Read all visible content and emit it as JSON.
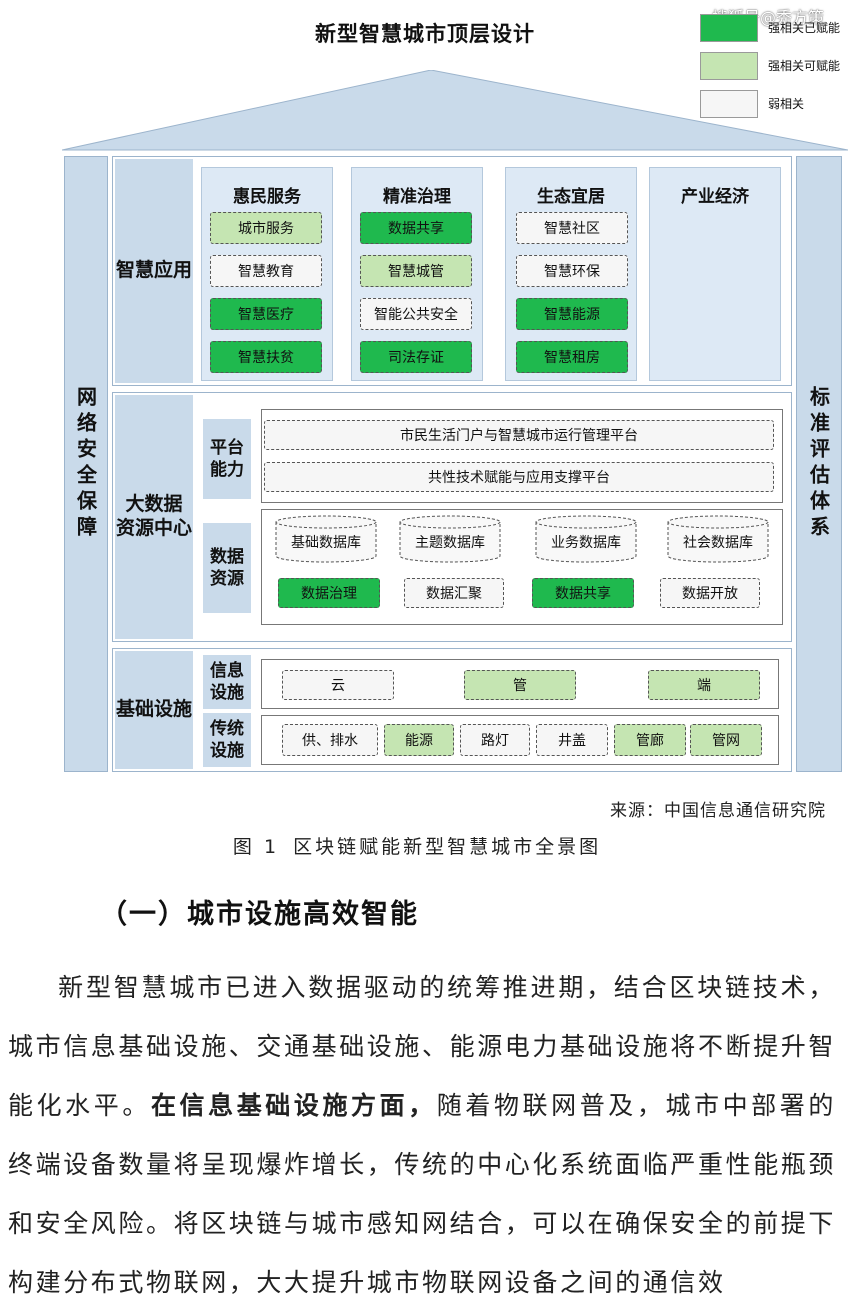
{
  "figure": {
    "title": "新型智慧城市顶层设计",
    "watermark": "搜狐号@秀方策",
    "legend": [
      {
        "label": "强相关已赋能",
        "color": "#1fb94e"
      },
      {
        "label": "强相关可赋能",
        "color": "#c5e5b2"
      },
      {
        "label": "弱相关",
        "color": "#f6f6f6"
      }
    ],
    "left_column": "网络安全保障",
    "right_column": "标准评估体系",
    "smart_apps": {
      "label": "智慧应用",
      "columns": [
        {
          "title": "惠民服务",
          "items": [
            "城市服务",
            "智慧教育",
            "智慧医疗",
            "智慧扶贫"
          ]
        },
        {
          "title": "精准治理",
          "items": [
            "数据共享",
            "智慧城管",
            "智能公共安全",
            "司法存证"
          ]
        },
        {
          "title": "生态宜居",
          "items": [
            "智慧社区",
            "智慧环保",
            "智慧能源",
            "智慧租房"
          ]
        },
        {
          "title": "产业经济",
          "items": []
        }
      ]
    },
    "big_data": {
      "label_line1": "大数据",
      "label_line2": "资源中心",
      "platform_label_line1": "平台",
      "platform_label_line2": "能力",
      "platforms": [
        "市民生活门户与智慧城市运行管理平台",
        "共性技术赋能与应用支撑平台"
      ],
      "data_label_line1": "数据",
      "data_label_line2": "资源",
      "databases": [
        "基础数据库",
        "主题数据库",
        "业务数据库",
        "社会数据库"
      ],
      "data_ops": [
        "数据治理",
        "数据汇聚",
        "数据共享",
        "数据开放"
      ]
    },
    "infra": {
      "label": "基础设施",
      "info_label_line1": "信息",
      "info_label_line2": "设施",
      "info_items": [
        "云",
        "管",
        "端"
      ],
      "trad_label_line1": "传统",
      "trad_label_line2": "设施",
      "trad_items": [
        "供、排水",
        "能源",
        "路灯",
        "井盖",
        "管廊",
        "管网"
      ]
    },
    "source": "来源：中国信息通信研究院",
    "caption_num": "图 1",
    "caption_text": "区块链赋能新型智慧城市全景图"
  },
  "section_heading": "（一）城市设施高效智能",
  "paragraph": {
    "part1": "新型智慧城市已进入数据驱动的统筹推进期，结合区块链技术，城市信息基础设施、交通基础设施、能源电力基础设施将不断提升智能化水平。",
    "bold": "在信息基础设施方面，",
    "part2": "随着物联网普及，城市中部署的终端设备数量将呈现爆炸增长，传统的中心化系统面临严重性能瓶颈和安全风险。将区块链与城市感知网结合，可以在确保安全的前提下构建分布式物联网，大大提升城市物联网设备之间的通信效"
  }
}
